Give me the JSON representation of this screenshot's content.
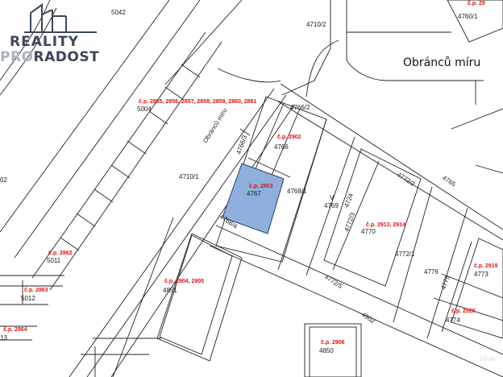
{
  "logo": {
    "line1": "REALITY",
    "line2_a": "PRO",
    "line2_b": "RADOST"
  },
  "colors": {
    "highlight": "#8fb0dc",
    "cp_text": "#e01010",
    "line": "#222222"
  },
  "place_name": "Obránců míru",
  "street_label": "Obránců míru",
  "parcels": [
    "5042",
    "5004",
    "4710/1",
    "4710/2",
    "4766/2",
    "4766/3",
    "4766",
    "4767",
    "4768/1",
    "4768/4",
    "4769",
    "4765",
    "4772/2",
    "4770",
    "4772/1",
    "4772/5",
    "4776",
    "4773",
    "4774",
    "4902",
    "4851",
    "4850",
    "5011",
    "5012",
    "4760/1",
    "4772/3",
    "4775",
    "4724",
    "13",
    "02"
  ],
  "building_numbers": [
    "č.p. 2855, 2856, 2857, 2858, 2859, 2860, 2861",
    "č.p. 2902",
    "č.p. 2903",
    "č.p. 2913, 2914",
    "č.p. 2904, 2905",
    "č.p. 2862",
    "č.p. 2863",
    "č.p. 2864",
    "č.p. 2906",
    "č.p. 2919",
    "č.p. 2920",
    "č.p. 29"
  ],
  "watermark": "©Šum"
}
